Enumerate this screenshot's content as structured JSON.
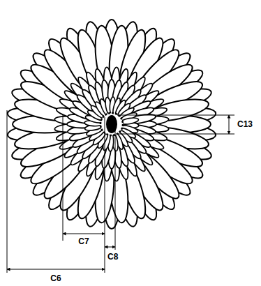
{
  "diagram": {
    "labels": [
      "C13",
      "C7",
      "C8",
      "C6"
    ]
  }
}
